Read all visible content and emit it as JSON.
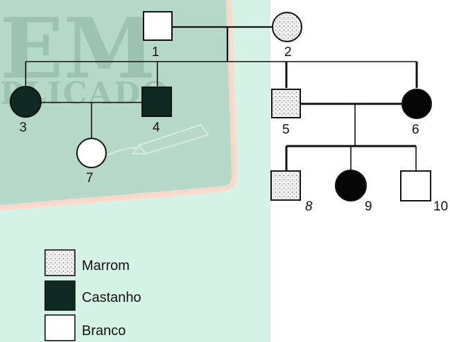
{
  "watermark": {
    "big_text": "EM",
    "small_text": "PLICADO"
  },
  "colors": {
    "marrom_fill": "#e8e8e8",
    "castanho_fill": "#0f2a22",
    "branco_fill": "#ffffff",
    "mint_background": "#d4f2e6",
    "board_color": "#7ea892",
    "board_border": "#ffd6c8"
  },
  "individuals": [
    {
      "id": "1",
      "label": "1",
      "sex": "male",
      "phenotype": "branco"
    },
    {
      "id": "2",
      "label": "2",
      "sex": "female",
      "phenotype": "marrom"
    },
    {
      "id": "3",
      "label": "3",
      "sex": "female",
      "phenotype": "castanho"
    },
    {
      "id": "4",
      "label": "4",
      "sex": "male",
      "phenotype": "castanho"
    },
    {
      "id": "5",
      "label": "5",
      "sex": "male",
      "phenotype": "marrom"
    },
    {
      "id": "6",
      "label": "6",
      "sex": "female",
      "phenotype": "castanho"
    },
    {
      "id": "7",
      "label": "7",
      "sex": "female",
      "phenotype": "branco"
    },
    {
      "id": "8",
      "label": "8",
      "sex": "male",
      "phenotype": "marrom"
    },
    {
      "id": "9",
      "label": "9",
      "sex": "female",
      "phenotype": "castanho"
    },
    {
      "id": "10",
      "label": "10",
      "sex": "male",
      "phenotype": "branco"
    }
  ],
  "legend": [
    {
      "phenotype": "marrom",
      "label": "Marrom"
    },
    {
      "phenotype": "castanho",
      "label": "Castanho"
    },
    {
      "phenotype": "branco",
      "label": "Branco"
    }
  ]
}
